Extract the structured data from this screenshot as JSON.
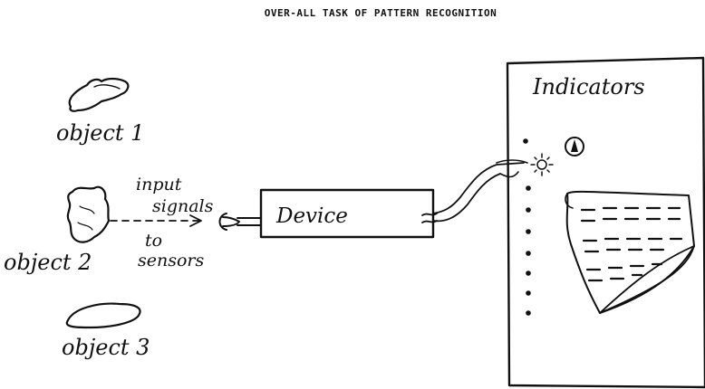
{
  "title": "OVER-ALL TASK OF PATTERN RECOGNITION",
  "objects": [
    {
      "label": "object 1"
    },
    {
      "label": "object 2"
    },
    {
      "label": "object 3"
    }
  ],
  "signal_label": {
    "line1": "input",
    "line2": "signals",
    "line3": "to",
    "line4": "sensors"
  },
  "device": {
    "label": "Device"
  },
  "indicators": {
    "label": "Indicators"
  }
}
